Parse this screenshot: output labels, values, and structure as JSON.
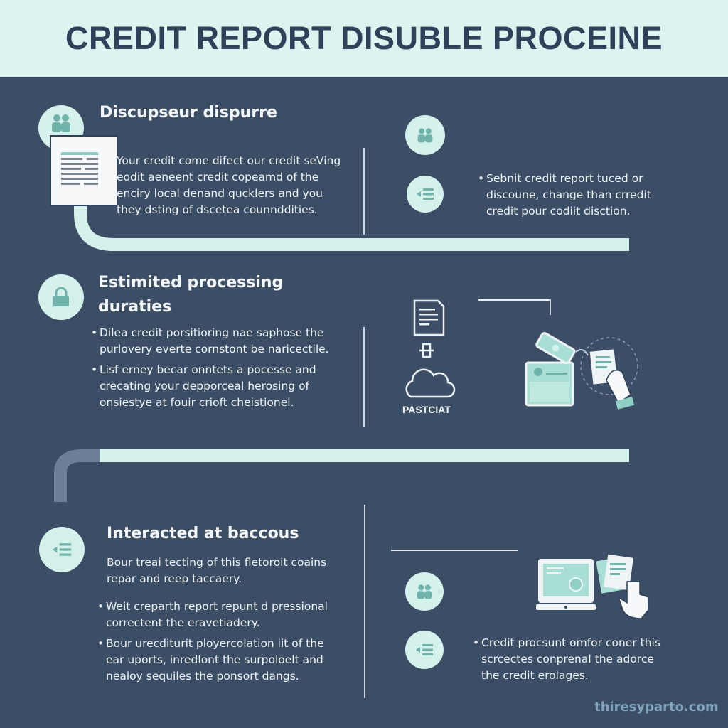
{
  "header": {
    "title": "CREDIT REPORT DISUBLE PROCEINE"
  },
  "section1": {
    "heading": "Discupseur dispurre",
    "body": [
      "Your credit come difect our credit seVing",
      "eodit aeneent credit copeamd of the",
      "enciry local denand qucklers and you",
      "they dsting of dscetea counnddities."
    ],
    "right_bullet": [
      "Sebnit credit report tuced or",
      "discoune, change than crredit",
      "credit pour codiit disction."
    ]
  },
  "section2": {
    "heading": [
      "Estimited processing",
      "duraties"
    ],
    "bullets": [
      [
        "Dilea credit porsitioring nae saphose the",
        "purlovery everte cornstont be naricectile."
      ],
      [
        "Lisf erney becar onntets a pocesse and",
        "crecating your depporceal herosing of",
        "onsiestye at fouir crioft cheistionel."
      ]
    ],
    "illustration_label": "PASTCIAT"
  },
  "section3": {
    "heading": "Interacted at baccous",
    "intro": [
      "Bour treai tecting of this fletoroit coains",
      "repar and reep taccaery."
    ],
    "bullets": [
      [
        "Weit creparth report repunt d pressional",
        "correctent the eravetiadery."
      ],
      [
        "Bour urecditurit ployercolation iit of the",
        "ear uports, inredlont the surpoloelt and",
        "nealoy sequiles the ponsort dangs."
      ]
    ],
    "right_bullet": [
      "Credit procsunt omfor coner this",
      "scrcectes conprenal the adorce",
      "the credit erolages."
    ]
  },
  "footer": {
    "watermark": "thiresyparto.com"
  },
  "colors": {
    "background": "#3c4e65",
    "header": "#dcf3f0",
    "title": "#2f4059",
    "accent": "#d5f1ec",
    "icon": "#6fb3ab"
  }
}
